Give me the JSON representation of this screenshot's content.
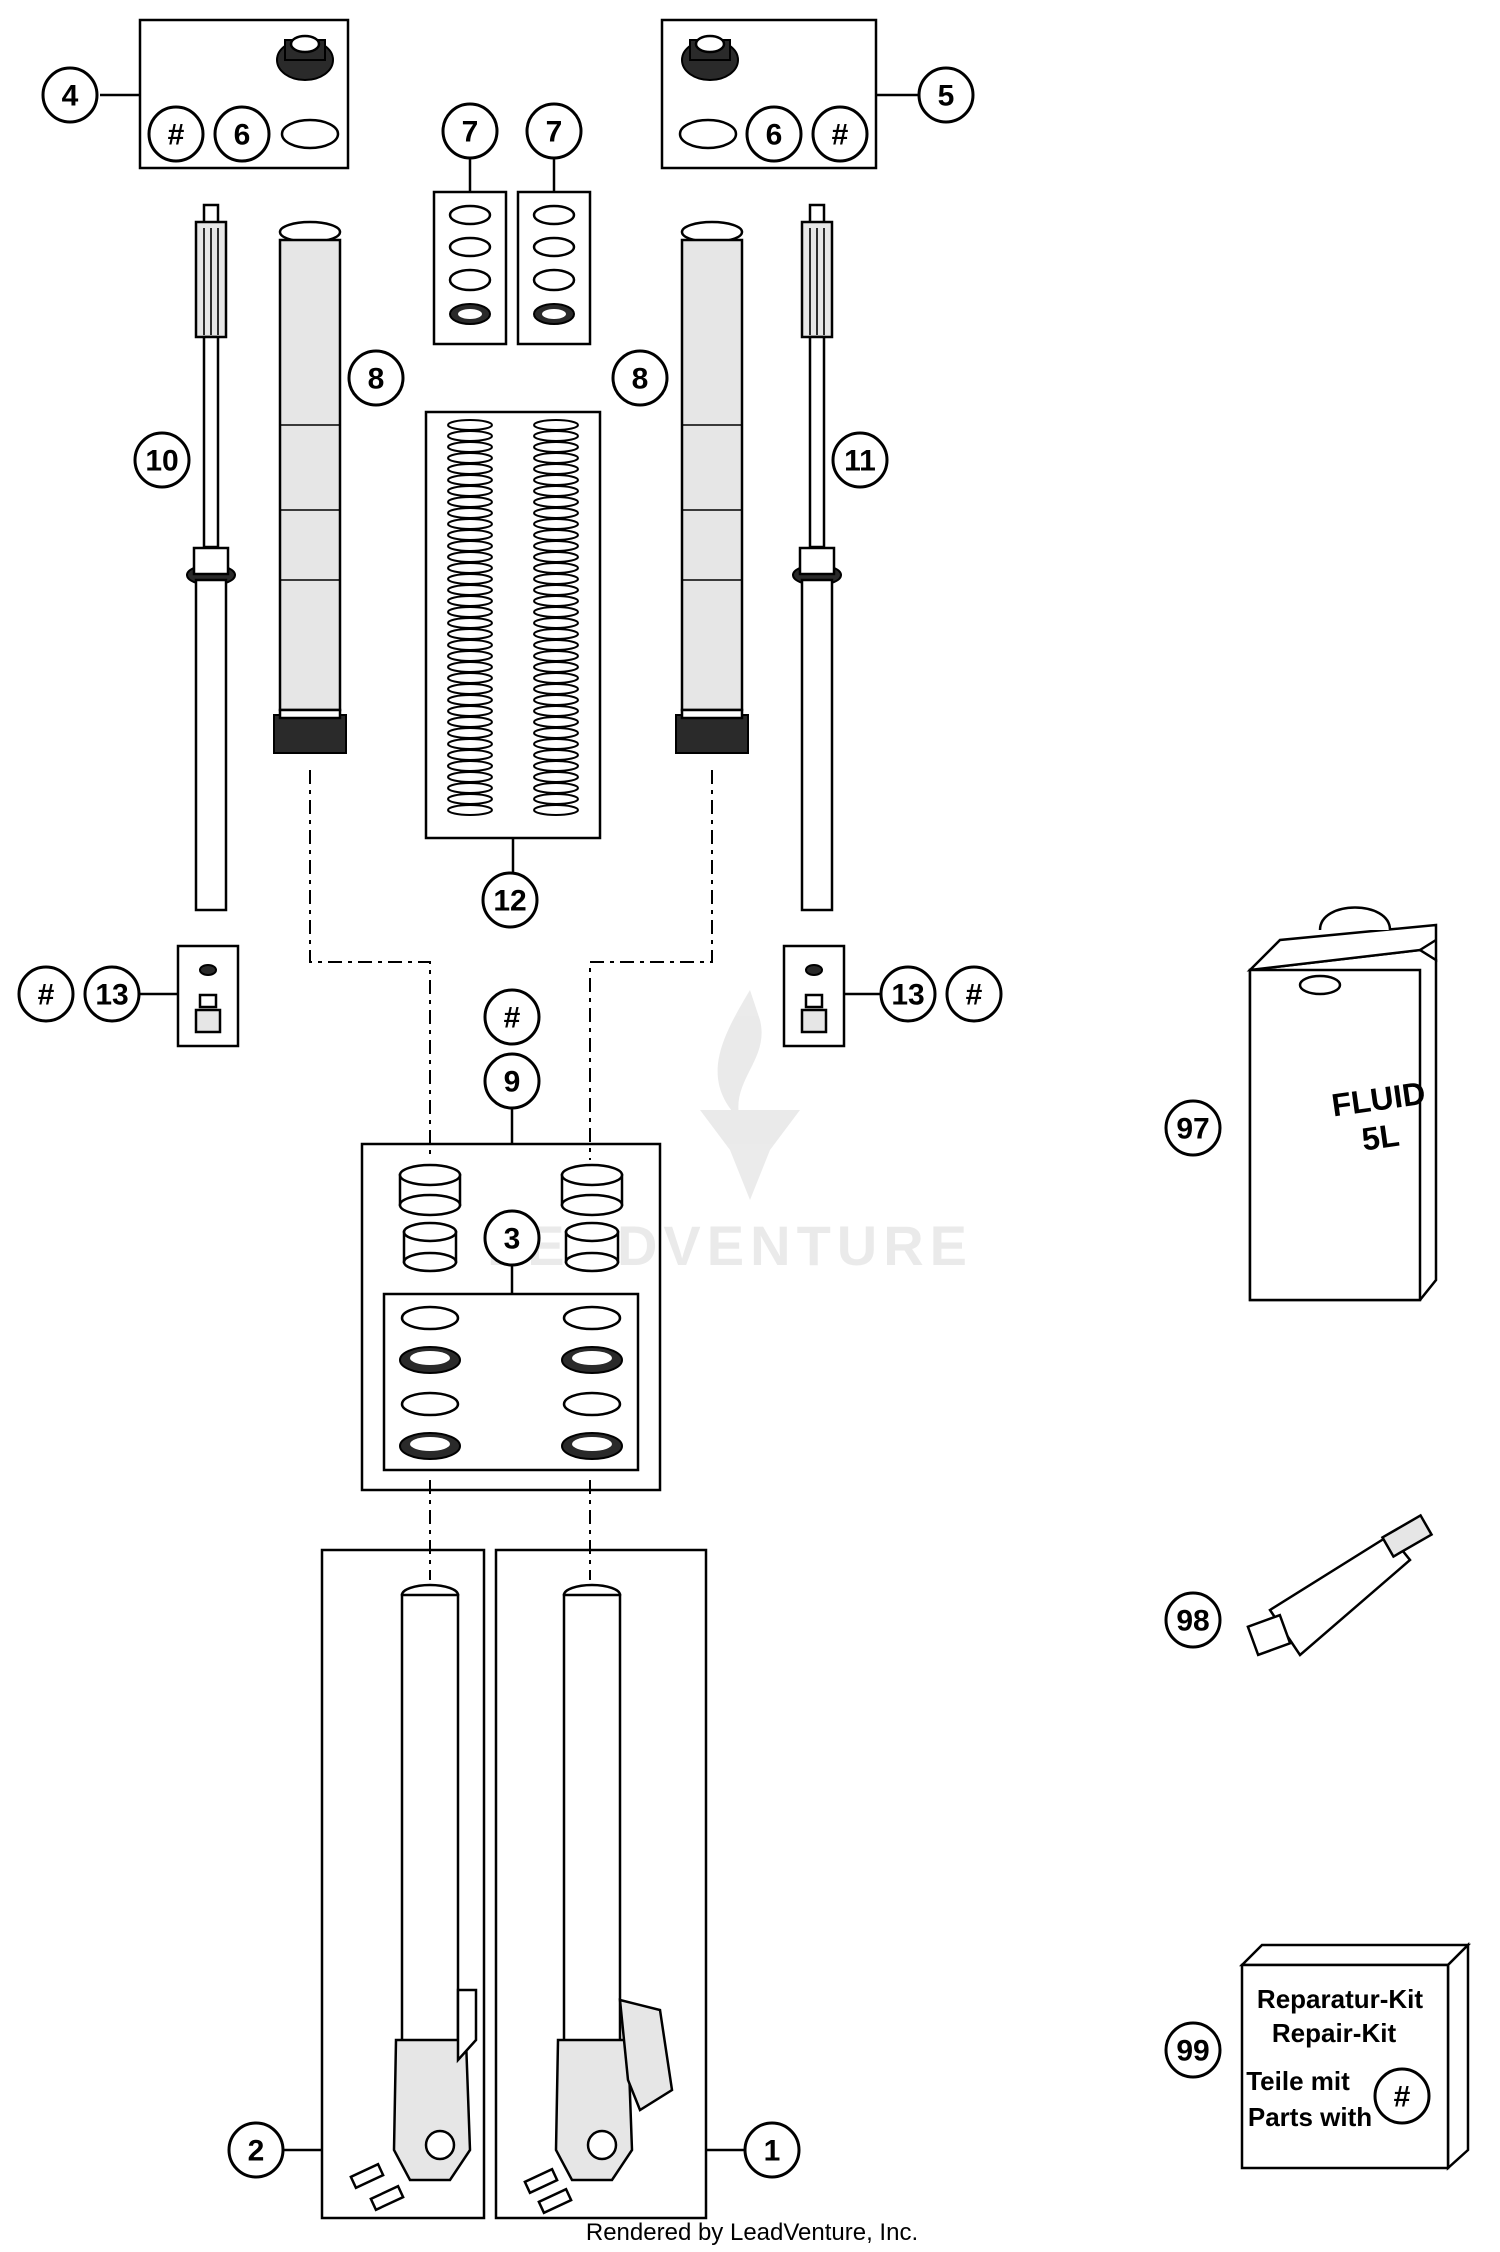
{
  "callouts": {
    "c1": "1",
    "c2": "2",
    "c3": "3",
    "c4": "4",
    "c5": "5",
    "c6": "6",
    "c7": "7",
    "c8": "8",
    "c9": "9",
    "c10": "10",
    "c11": "11",
    "c12": "12",
    "c13": "13",
    "c97": "97",
    "c98": "98",
    "c99": "99",
    "hash": "#"
  },
  "fluid_can": {
    "line1": "FLUID",
    "line2": "5L"
  },
  "repair_kit": {
    "line1": "Reparatur-Kit",
    "line2": "Repair-Kit",
    "line3": "Teile mit",
    "line4": "Parts with",
    "symbol": "#"
  },
  "watermark": "LEADVENTURE",
  "credit": "Rendered by LeadVenture, Inc."
}
